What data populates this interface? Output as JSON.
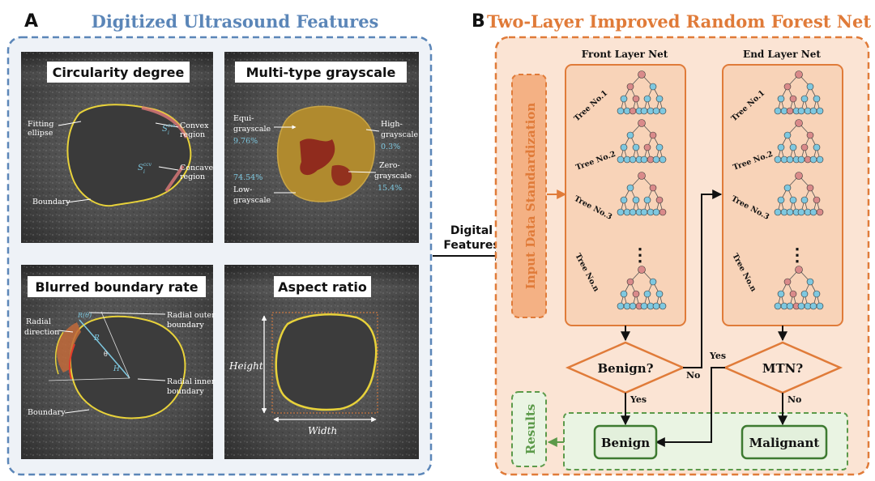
{
  "panel_a": {
    "letter": "A",
    "title": "Digitized Ultrasound Features",
    "colors": {
      "border": "#5b86b8",
      "title": "#5b86b8"
    },
    "circularity": {
      "title": "Circularity degree",
      "labels": {
        "fitting": "Fitting",
        "ellipse": "ellipse",
        "convex1": "Convex",
        "convex2": "region",
        "concave1": "Concave",
        "concave2": "region",
        "boundary": "Boundary",
        "s_cvx": "S",
        "s_cvx_sup": "cvx",
        "s_cvx_sub": "i",
        "s_ccv": "S",
        "s_ccv_sup": "ccv",
        "s_ccv_sub": "i"
      }
    },
    "grayscale": {
      "title": "Multi-type grayscale",
      "labels": {
        "equi1": "Equi-",
        "equi2": "grayscale",
        "equi_pct": "9.76%",
        "high1": "High-",
        "high2": "grayscale",
        "high_pct": "0.3%",
        "low_pct": "74.54%",
        "low1": "Low-",
        "low2": "grayscale",
        "zero1": "Zero-",
        "zero2": "grayscale",
        "zero_pct": "15.4%"
      }
    },
    "blurred": {
      "title": "Blurred boundary rate",
      "labels": {
        "radial1": "Radial",
        "radial2": "direction",
        "outer1": "Radial outer",
        "outer2": "boundary",
        "inner1": "Radial inner",
        "inner2": "boundary",
        "boundary": "Boundary",
        "r": "R",
        "h": "H",
        "theta": "θ",
        "rtheta": "R(θ)"
      }
    },
    "aspect": {
      "title": "Aspect ratio",
      "labels": {
        "height": "Height",
        "width": "Width"
      }
    }
  },
  "connector": {
    "line1": "Digital",
    "line2": "Features"
  },
  "panel_b": {
    "letter": "B",
    "title": "Two-Layer Improved Random Forest Net",
    "colors": {
      "border": "#e07b39",
      "fill": "#fbe4d4",
      "tree_node": "#7ec8e0",
      "tree_red": "#d98a8a",
      "green": "#5c9a4a",
      "green_fill": "#eaf4e3"
    },
    "input_std": "Input Data Standardization",
    "front_layer": "Front Layer Net",
    "end_layer": "End Layer Net",
    "trees": [
      "Tree No.1",
      "Tree No.2",
      "Tree No.3",
      "Tree No.n"
    ],
    "dots": "⋮",
    "benign_q": "Benign?",
    "mtn_q": "MTN?",
    "yes": "Yes",
    "no": "No",
    "results": "Results",
    "benign": "Benign",
    "malignant": "Malignant"
  }
}
